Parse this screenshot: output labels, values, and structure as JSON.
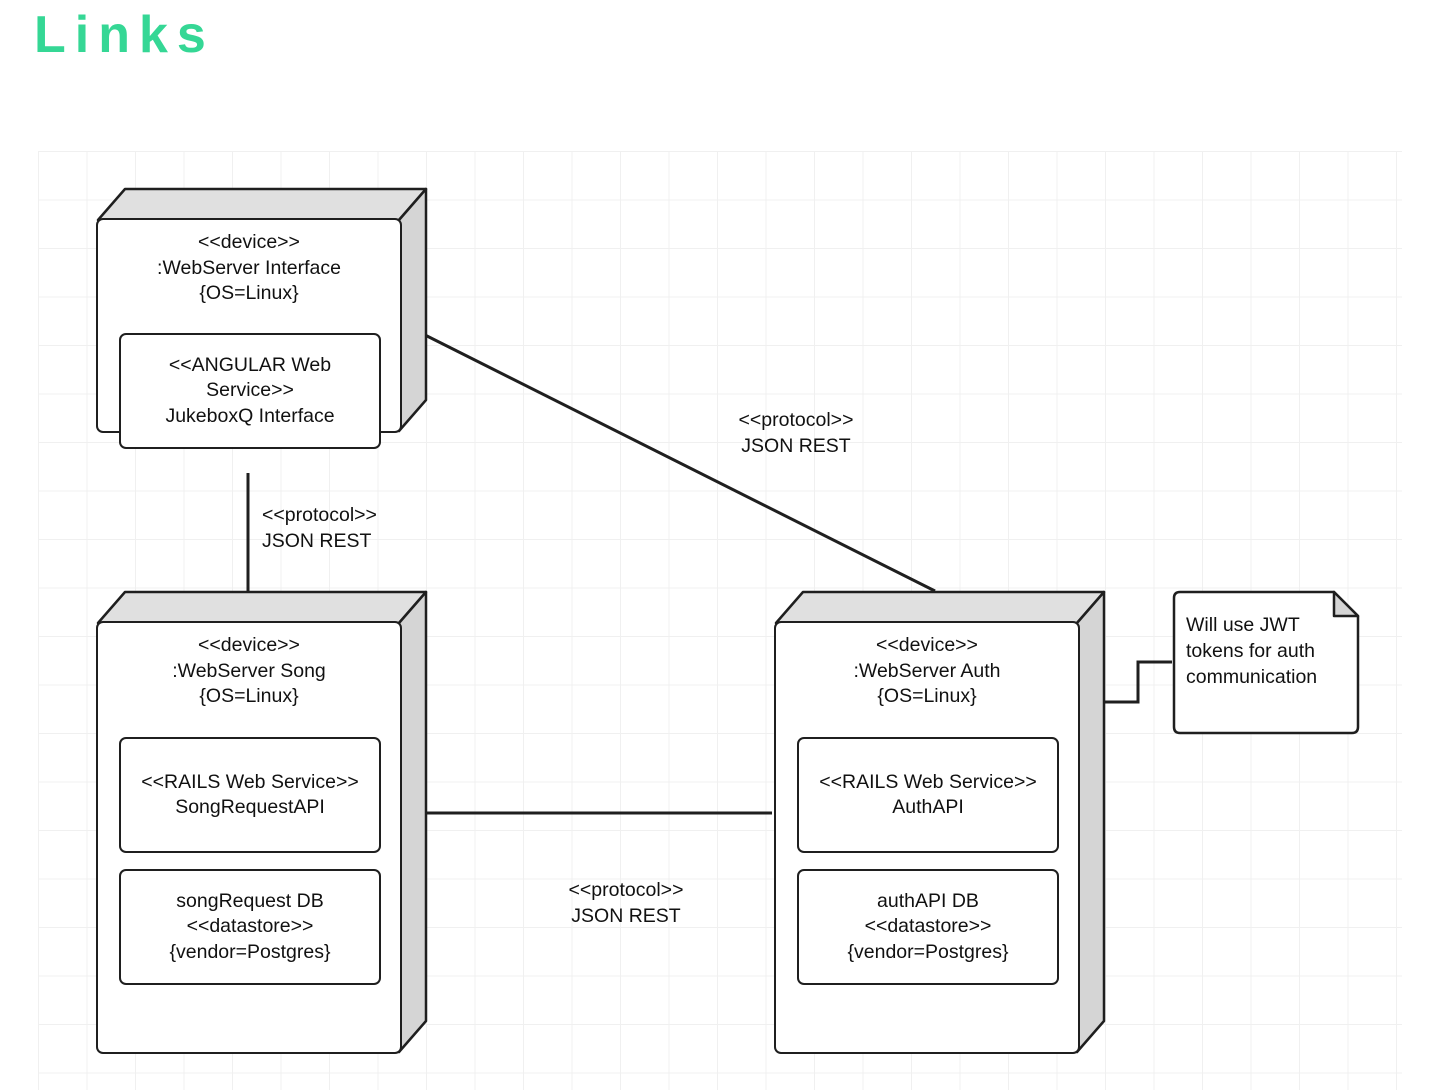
{
  "page": {
    "title": "Links",
    "title_color": "#35d795",
    "background": "#ffffff",
    "grid_color": "#f0f0f0",
    "stroke_color": "#1f1f1f",
    "node_face_fill": "#e0e0e0"
  },
  "diagram": {
    "type": "uml-deployment-diagram",
    "nodes": [
      {
        "id": "webserver-interface",
        "stereotype": "<<device>>",
        "name": ":WebServer Interface",
        "properties": "{OS=Linux}",
        "header": "<<device>>\n:WebServer Interface\n{OS=Linux}",
        "artifacts": [
          {
            "id": "jukeboxq-interface",
            "label": "<<ANGULAR Web\nService>>\nJukeboxQ Interface",
            "stereotype": "<<ANGULAR Web Service>>",
            "name": "JukeboxQ Interface"
          }
        ]
      },
      {
        "id": "webserver-song",
        "stereotype": "<<device>>",
        "name": ":WebServer Song",
        "properties": "{OS=Linux}",
        "header": "<<device>>\n:WebServer Song\n{OS=Linux}",
        "artifacts": [
          {
            "id": "songrequestapi",
            "label": "<<RAILS Web Service>>\nSongRequestAPI",
            "stereotype": "<<RAILS Web Service>>",
            "name": "SongRequestAPI"
          },
          {
            "id": "songrequest-db",
            "label": "songRequest DB\n<<datastore>>\n{vendor=Postgres}",
            "stereotype": "<<datastore>>",
            "name": "songRequest DB",
            "properties": "{vendor=Postgres}"
          }
        ]
      },
      {
        "id": "webserver-auth",
        "stereotype": "<<device>>",
        "name": ":WebServer Auth",
        "properties": "{OS=Linux}",
        "header": "<<device>>\n:WebServer Auth\n{OS=Linux}",
        "artifacts": [
          {
            "id": "authapi",
            "label": "<<RAILS Web Service>>\nAuthAPI",
            "stereotype": "<<RAILS Web Service>>",
            "name": "AuthAPI"
          },
          {
            "id": "authapi-db",
            "label": "authAPI DB\n<<datastore>>\n{vendor=Postgres}",
            "stereotype": "<<datastore>>",
            "name": "authAPI DB",
            "properties": "{vendor=Postgres}"
          }
        ]
      }
    ],
    "edges": [
      {
        "id": "edge-interface-song",
        "from": "webserver-interface",
        "to": "webserver-song",
        "label": "<<protocol>>\nJSON REST"
      },
      {
        "id": "edge-interface-auth",
        "from": "webserver-interface",
        "to": "webserver-auth",
        "label": "<<protocol>>\nJSON REST"
      },
      {
        "id": "edge-song-auth",
        "from": "songrequestapi",
        "to": "authapi",
        "label": "<<protocol>>\nJSON REST"
      }
    ],
    "notes": [
      {
        "id": "note-jwt",
        "text": "Will use JWT\ntokens for auth\ncommunication",
        "attached_to": "webserver-auth"
      }
    ]
  }
}
